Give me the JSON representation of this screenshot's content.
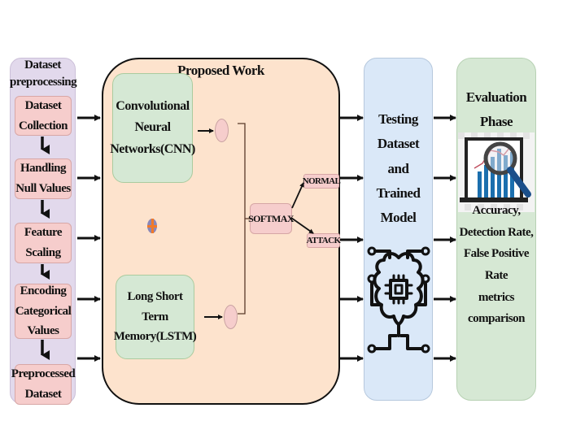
{
  "preprocessing": {
    "title_line1": "Dataset",
    "title_line2": "preprocessing",
    "steps": [
      {
        "line1": "Dataset",
        "line2": "Collection",
        "line3": ""
      },
      {
        "line1": "Handling",
        "line2": "Null Values",
        "line3": ""
      },
      {
        "line1": "Feature",
        "line2": "Scaling",
        "line3": ""
      },
      {
        "line1": "Encoding",
        "line2": "Categorical",
        "line3": "Values"
      },
      {
        "line1": "Preprocessed",
        "line2": "Dataset",
        "line3": ""
      }
    ],
    "color": "#e2d9ec",
    "step_color": "#f6cdcc"
  },
  "proposed_work": {
    "title": "Proposed Work",
    "cnn": {
      "line1": "Convolutional",
      "line2": "Neural",
      "line3": "Networks(CNN)"
    },
    "lstm": {
      "line1": "Long Short",
      "line2": "Term",
      "line3": "Memory(LSTM)"
    },
    "softmax": "SOFTMAX",
    "outputs": {
      "normal": "NORMAL",
      "attack": "ATTACK"
    },
    "color": "#fde3cd",
    "model_color": "#d5e8d4"
  },
  "testing": {
    "lines": [
      "Testing",
      "Dataset",
      "and",
      "Trained",
      "Model"
    ],
    "icon": "ai-brain-chip-icon",
    "color": "#dae8f8"
  },
  "evaluation": {
    "title_line1": "Evaluation",
    "title_line2": "Phase",
    "icon": "analytics-magnifier-icon",
    "metrics": [
      "Accuracy,",
      "Detection Rate,",
      "False Positive",
      "Rate",
      "metrics",
      "comparison"
    ],
    "color": "#d6e8d4"
  }
}
